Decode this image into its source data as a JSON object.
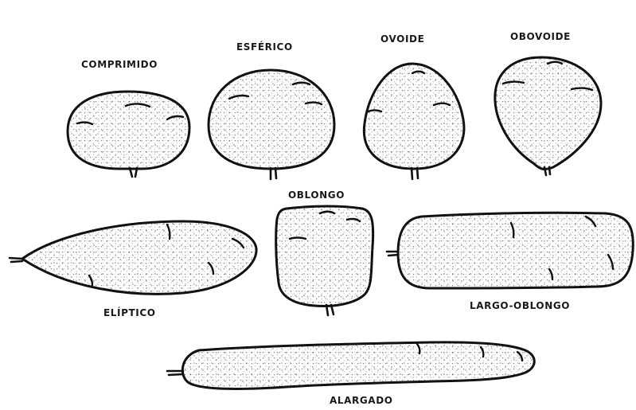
{
  "figure": {
    "shapes": [
      {
        "id": "comprimido",
        "label": "COMPRIMIDO"
      },
      {
        "id": "esferico",
        "label": "ESFÉRICO"
      },
      {
        "id": "ovoide",
        "label": "OVOIDE"
      },
      {
        "id": "obovoide",
        "label": "OBOVOIDE"
      },
      {
        "id": "oblongo",
        "label": "OBLONGO"
      },
      {
        "id": "eliptico",
        "label": "ELÍPTICO"
      },
      {
        "id": "largo-oblongo",
        "label": "LARGO-OBLONGO"
      },
      {
        "id": "alargado",
        "label": "ALARGADO"
      }
    ],
    "colors": {
      "ink": "#111111",
      "paper": "#ffffff",
      "stipple": "#2a2a2a"
    }
  }
}
